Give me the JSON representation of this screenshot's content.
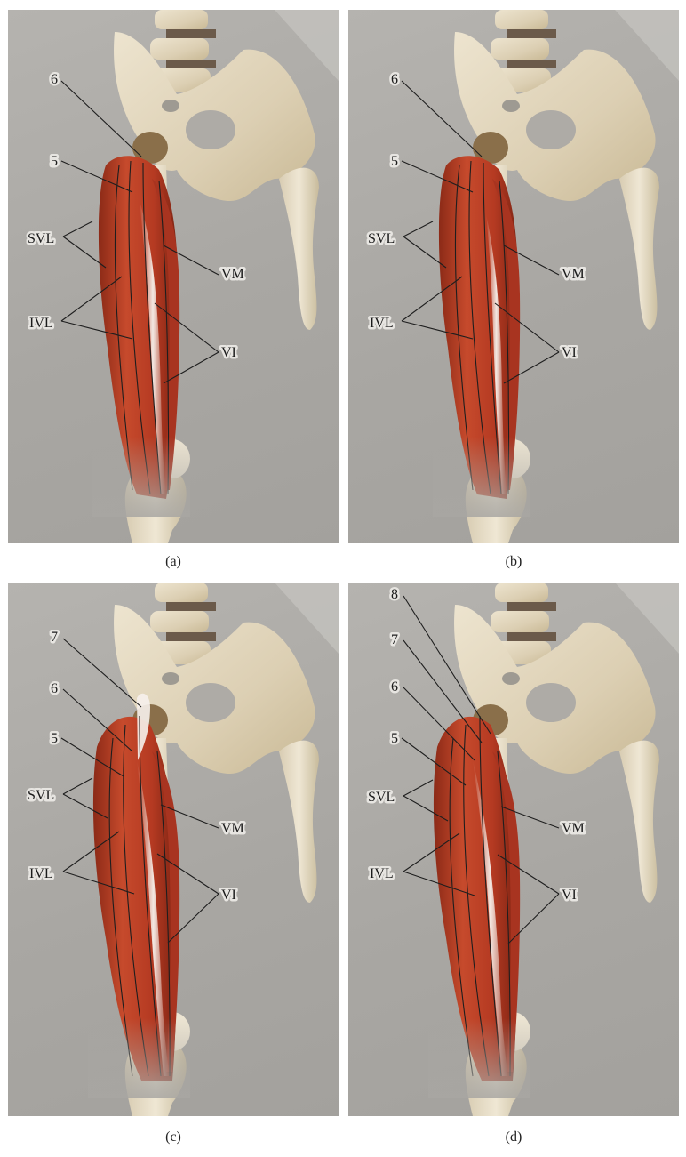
{
  "panels": [
    {
      "caption": "(a)",
      "labels": {
        "SVL": "SVL",
        "IVL": "IVL",
        "VM": "VM",
        "VI": "VI",
        "n5": "5",
        "n6": "6"
      }
    },
    {
      "caption": "(b)",
      "labels": {
        "SVL": "SVL",
        "IVL": "IVL",
        "VM": "VM",
        "VI": "VI",
        "n5": "5",
        "n6": "6"
      }
    },
    {
      "caption": "(c)",
      "labels": {
        "SVL": "SVL",
        "IVL": "IVL",
        "VM": "VM",
        "VI": "VI",
        "n5": "5",
        "n6": "6",
        "n7": "7"
      }
    },
    {
      "caption": "(d)",
      "labels": {
        "SVL": "SVL",
        "IVL": "IVL",
        "VM": "VM",
        "VI": "VI",
        "n5": "5",
        "n6": "6",
        "n7": "7",
        "n8": "8"
      }
    }
  ]
}
